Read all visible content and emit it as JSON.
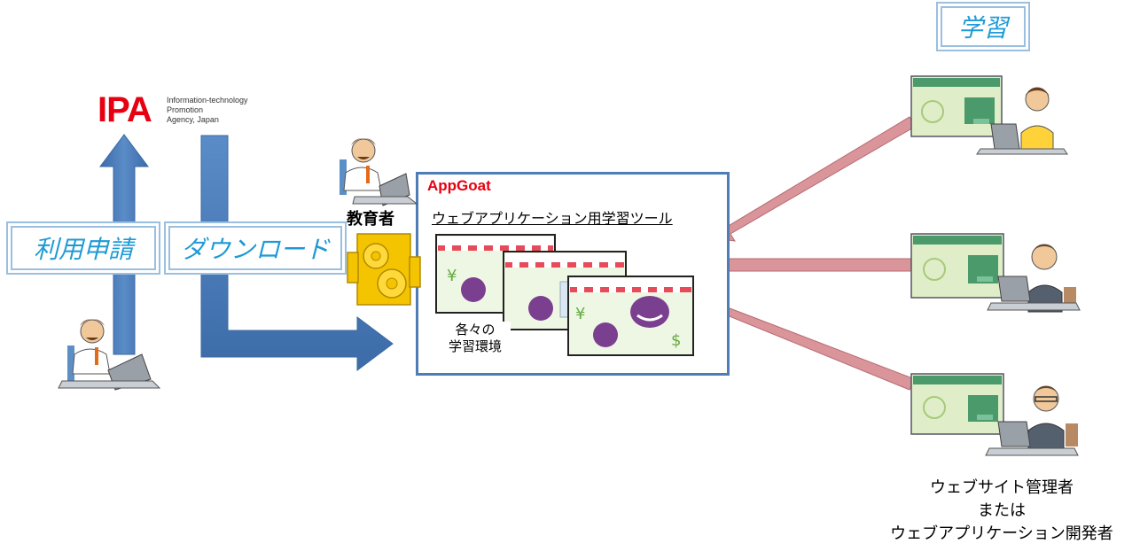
{
  "ipa": {
    "logo": "IPA",
    "subtitle_lines": [
      "Information-technology",
      "Promotion",
      "Agency, Japan"
    ]
  },
  "labels": {
    "apply": "利用申請",
    "download": "ダウンロード",
    "learning": "学習"
  },
  "educator": "教育者",
  "tool": {
    "name": "AppGoat",
    "title": "ウェブアプリケーション用学習ツール",
    "environments_line1": "各々の",
    "environments_line2": "学習環境"
  },
  "learners": {
    "line1": "ウェブサイト管理者",
    "line2": "または",
    "line3": "ウェブアプリケーション開発者"
  },
  "colors": {
    "blue_arrow": "#4f81bd",
    "pink_arrow": "#d9959a",
    "box_border": "#4e7db5",
    "label_text": "#1f9ad6",
    "brand_red": "#e60012",
    "gear_yellow": "#f5c400"
  }
}
